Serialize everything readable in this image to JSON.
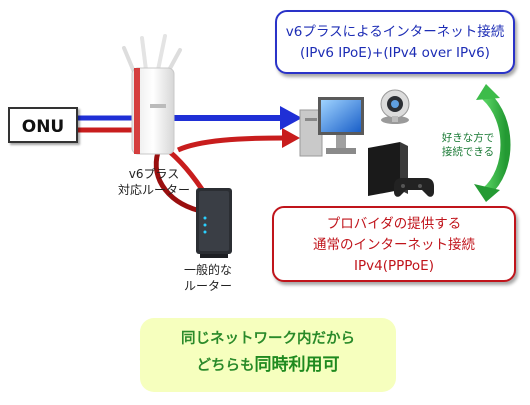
{
  "onu_label": "ONU",
  "v6_router_label": [
    "v6プラス",
    "対応ルーター"
  ],
  "normal_router_label": [
    "一般的な",
    "ルーター"
  ],
  "blue_box": [
    "v6プラスによるインターネット接続",
    "(IPv6 IPoE)+(IPv4 over IPv6)"
  ],
  "red_box": [
    "プロバイダの提供する",
    "通常のインターネット接続",
    "IPv4(PPPoE)"
  ],
  "choose_label": [
    "好きな方で",
    "接続できる"
  ],
  "note": {
    "line1": "同じネットワーク内だから",
    "line2_prefix": "どちらも",
    "line2_emphasis": "同時利用可"
  },
  "colors": {
    "blue": "#1f2fd6",
    "red": "#c81d1d",
    "green": "#2fb33f",
    "note_bg": "#f6ffbe"
  },
  "icons": [
    "desktop-pc-icon",
    "web-camera-icon",
    "game-console-icon",
    "v6-router-icon",
    "normal-router-icon"
  ]
}
